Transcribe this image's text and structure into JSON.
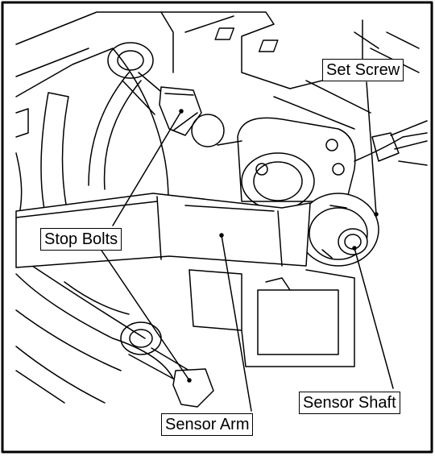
{
  "labels": {
    "set_screw": "Set Screw",
    "stop_bolts": "Stop Bolts",
    "sensor_arm": "Sensor Arm",
    "sensor_shaft": "Sensor Shaft"
  },
  "colors": {
    "line": "#000000",
    "background": "#ffffff",
    "shade": "#8a8a8a"
  }
}
